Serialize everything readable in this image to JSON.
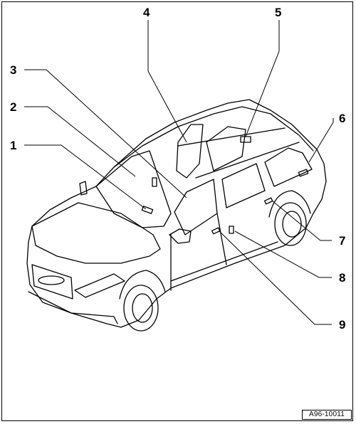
{
  "diagram": {
    "reference_code": "A96-10011",
    "callouts": [
      {
        "id": "1",
        "label": "1"
      },
      {
        "id": "2",
        "label": "2"
      },
      {
        "id": "3",
        "label": "3"
      },
      {
        "id": "4",
        "label": "4"
      },
      {
        "id": "5",
        "label": "5"
      },
      {
        "id": "6",
        "label": "6"
      },
      {
        "id": "7",
        "label": "7"
      },
      {
        "id": "8",
        "label": "8"
      },
      {
        "id": "9",
        "label": "9"
      }
    ]
  }
}
